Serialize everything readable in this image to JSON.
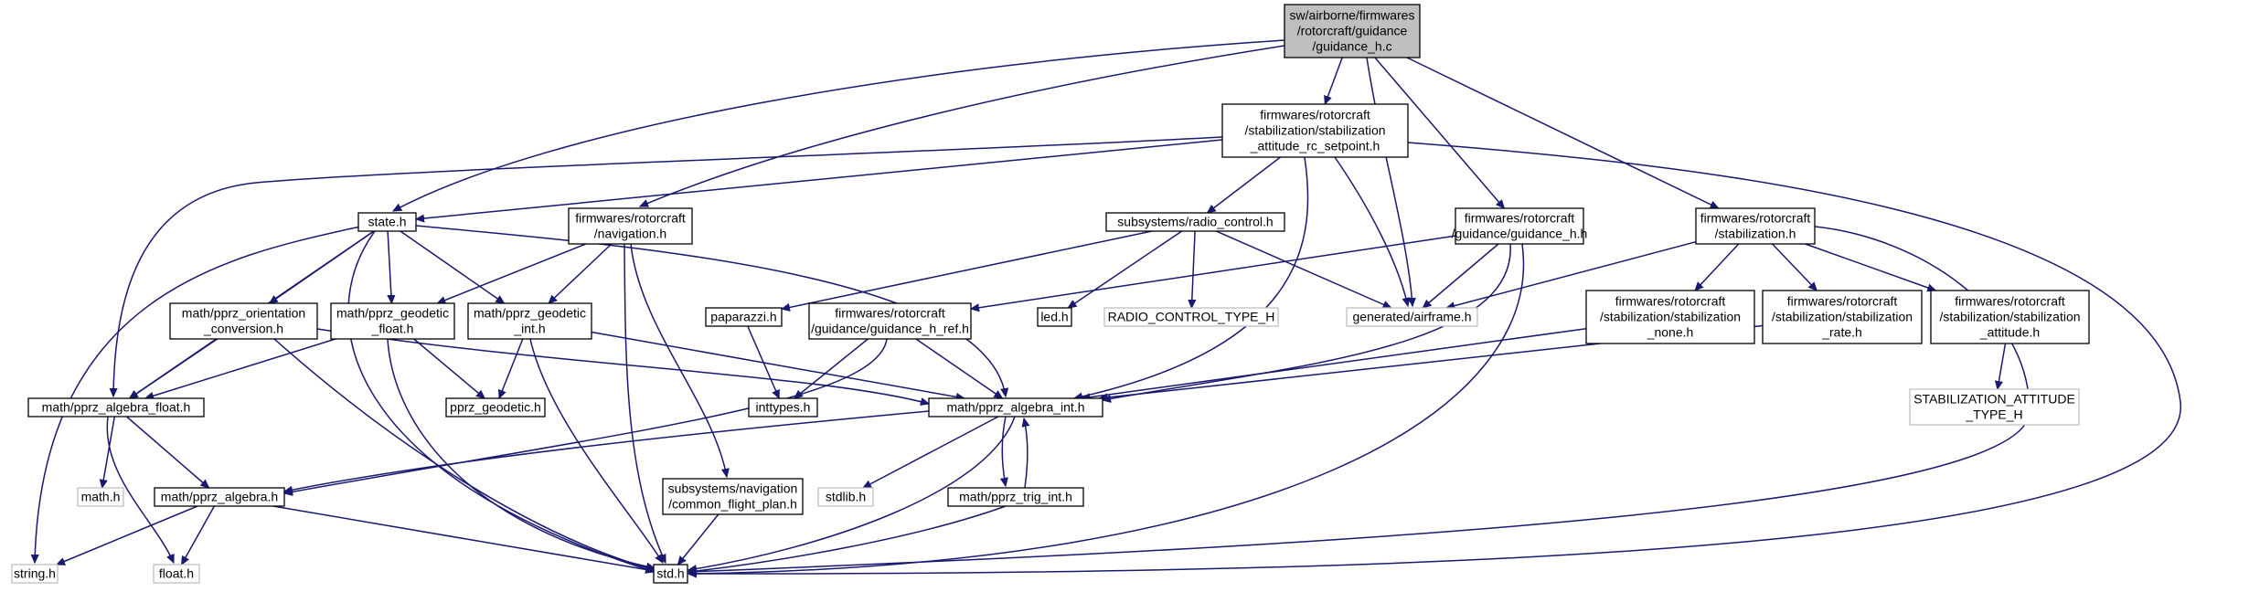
{
  "colors": {
    "edge": "#191970",
    "node_border": "#000000",
    "node_missing_border": "#bfbfbf",
    "root_fill": "#bfbfbf",
    "background": "#ffffff"
  },
  "nodes": [
    {
      "id": "root",
      "lines": [
        "sw/airborne/firmwares",
        "/rotorcraft/guidance",
        "/guidance_h.c"
      ],
      "kind": "root"
    },
    {
      "id": "stab_rc",
      "lines": [
        "firmwares/rotorcraft",
        "/stabilization/stabilization",
        "_attitude_rc_setpoint.h"
      ],
      "kind": "normal"
    },
    {
      "id": "state",
      "lines": [
        "state.h"
      ],
      "kind": "normal"
    },
    {
      "id": "navigation",
      "lines": [
        "firmwares/rotorcraft",
        "/navigation.h"
      ],
      "kind": "normal"
    },
    {
      "id": "radio",
      "lines": [
        "subsystems/radio_control.h"
      ],
      "kind": "normal"
    },
    {
      "id": "guidance_hh",
      "lines": [
        "firmwares/rotorcraft",
        "/guidance/guidance_h.h"
      ],
      "kind": "normal"
    },
    {
      "id": "stabilization",
      "lines": [
        "firmwares/rotorcraft",
        "/stabilization.h"
      ],
      "kind": "normal"
    },
    {
      "id": "orient",
      "lines": [
        "math/pprz_orientation",
        "_conversion.h"
      ],
      "kind": "normal"
    },
    {
      "id": "geo_float",
      "lines": [
        "math/pprz_geodetic",
        "_float.h"
      ],
      "kind": "normal"
    },
    {
      "id": "geo_int",
      "lines": [
        "math/pprz_geodetic",
        "_int.h"
      ],
      "kind": "normal"
    },
    {
      "id": "paparazzi",
      "lines": [
        "paparazzi.h"
      ],
      "kind": "normal"
    },
    {
      "id": "guid_ref",
      "lines": [
        "firmwares/rotorcraft",
        "/guidance/guidance_h_ref.h"
      ],
      "kind": "normal"
    },
    {
      "id": "led",
      "lines": [
        "led.h"
      ],
      "kind": "normal"
    },
    {
      "id": "rc_type",
      "lines": [
        "RADIO_CONTROL_TYPE_H"
      ],
      "kind": "missing"
    },
    {
      "id": "airframe",
      "lines": [
        "generated/airframe.h"
      ],
      "kind": "missing"
    },
    {
      "id": "stab_none",
      "lines": [
        "firmwares/rotorcraft",
        "/stabilization/stabilization",
        "_none.h"
      ],
      "kind": "normal"
    },
    {
      "id": "stab_rate",
      "lines": [
        "firmwares/rotorcraft",
        "/stabilization/stabilization",
        "_rate.h"
      ],
      "kind": "normal"
    },
    {
      "id": "stab_att",
      "lines": [
        "firmwares/rotorcraft",
        "/stabilization/stabilization",
        "_attitude.h"
      ],
      "kind": "normal"
    },
    {
      "id": "alg_float",
      "lines": [
        "math/pprz_algebra_float.h"
      ],
      "kind": "normal"
    },
    {
      "id": "geodetic",
      "lines": [
        "pprz_geodetic.h"
      ],
      "kind": "normal"
    },
    {
      "id": "inttypes",
      "lines": [
        "inttypes.h"
      ],
      "kind": "normal"
    },
    {
      "id": "alg_int",
      "lines": [
        "math/pprz_algebra_int.h"
      ],
      "kind": "normal"
    },
    {
      "id": "stab_att_type",
      "lines": [
        "STABILIZATION_ATTITUDE",
        "_TYPE_H"
      ],
      "kind": "missing"
    },
    {
      "id": "mathh",
      "lines": [
        "math.h"
      ],
      "kind": "missing"
    },
    {
      "id": "alg",
      "lines": [
        "math/pprz_algebra.h"
      ],
      "kind": "normal"
    },
    {
      "id": "common_fp",
      "lines": [
        "subsystems/navigation",
        "/common_flight_plan.h"
      ],
      "kind": "normal"
    },
    {
      "id": "stdlib",
      "lines": [
        "stdlib.h"
      ],
      "kind": "missing"
    },
    {
      "id": "trig",
      "lines": [
        "math/pprz_trig_int.h"
      ],
      "kind": "normal"
    },
    {
      "id": "string",
      "lines": [
        "string.h"
      ],
      "kind": "missing"
    },
    {
      "id": "float",
      "lines": [
        "float.h"
      ],
      "kind": "missing"
    },
    {
      "id": "std",
      "lines": [
        "std.h"
      ],
      "kind": "normal"
    }
  ],
  "edges": [
    {
      "from": "root",
      "to": "stab_rc"
    },
    {
      "from": "root",
      "to": "state"
    },
    {
      "from": "root",
      "to": "navigation"
    },
    {
      "from": "root",
      "to": "guidance_hh"
    },
    {
      "from": "root",
      "to": "stabilization"
    },
    {
      "from": "root",
      "to": "airframe"
    },
    {
      "from": "stab_rc",
      "to": "state"
    },
    {
      "from": "stab_rc",
      "to": "radio"
    },
    {
      "from": "stab_rc",
      "to": "airframe"
    },
    {
      "from": "stab_rc",
      "to": "alg_int"
    },
    {
      "from": "stab_rc",
      "to": "alg_float"
    },
    {
      "from": "stab_rc",
      "to": "std"
    },
    {
      "from": "state",
      "to": "orient"
    },
    {
      "from": "state",
      "to": "geo_float"
    },
    {
      "from": "state",
      "to": "geo_int"
    },
    {
      "from": "state",
      "to": "alg_float"
    },
    {
      "from": "state",
      "to": "alg_int"
    },
    {
      "from": "state",
      "to": "string"
    },
    {
      "from": "state",
      "to": "std"
    },
    {
      "from": "navigation",
      "to": "geo_float"
    },
    {
      "from": "navigation",
      "to": "geo_int"
    },
    {
      "from": "navigation",
      "to": "common_fp"
    },
    {
      "from": "navigation",
      "to": "std"
    },
    {
      "from": "radio",
      "to": "paparazzi"
    },
    {
      "from": "radio",
      "to": "led"
    },
    {
      "from": "radio",
      "to": "rc_type"
    },
    {
      "from": "radio",
      "to": "airframe"
    },
    {
      "from": "guidance_hh",
      "to": "guid_ref"
    },
    {
      "from": "guidance_hh",
      "to": "airframe"
    },
    {
      "from": "guidance_hh",
      "to": "alg_int"
    },
    {
      "from": "guidance_hh",
      "to": "std"
    },
    {
      "from": "stabilization",
      "to": "airframe"
    },
    {
      "from": "stabilization",
      "to": "stab_none"
    },
    {
      "from": "stabilization",
      "to": "stab_rate"
    },
    {
      "from": "stabilization",
      "to": "stab_att"
    },
    {
      "from": "stabilization",
      "to": "std"
    },
    {
      "from": "orient",
      "to": "alg_float"
    },
    {
      "from": "orient",
      "to": "alg_int"
    },
    {
      "from": "orient",
      "to": "std"
    },
    {
      "from": "geo_float",
      "to": "alg_float"
    },
    {
      "from": "geo_float",
      "to": "geodetic"
    },
    {
      "from": "geo_float",
      "to": "std"
    },
    {
      "from": "geo_int",
      "to": "geodetic"
    },
    {
      "from": "geo_int",
      "to": "alg_int"
    },
    {
      "from": "geo_int",
      "to": "std"
    },
    {
      "from": "paparazzi",
      "to": "inttypes"
    },
    {
      "from": "guid_ref",
      "to": "inttypes"
    },
    {
      "from": "guid_ref",
      "to": "alg_int"
    },
    {
      "from": "guid_ref",
      "to": "alg"
    },
    {
      "from": "stab_none",
      "to": "alg_int"
    },
    {
      "from": "stab_rate",
      "to": "alg_int"
    },
    {
      "from": "stab_att",
      "to": "stab_att_type"
    },
    {
      "from": "alg_float",
      "to": "mathh"
    },
    {
      "from": "alg_float",
      "to": "alg"
    },
    {
      "from": "alg_float",
      "to": "float"
    },
    {
      "from": "alg_int",
      "to": "alg"
    },
    {
      "from": "alg_int",
      "to": "stdlib"
    },
    {
      "from": "alg_int",
      "to": "trig"
    },
    {
      "from": "alg_int",
      "to": "std"
    },
    {
      "from": "trig",
      "to": "alg_int"
    },
    {
      "from": "trig",
      "to": "std"
    },
    {
      "from": "alg",
      "to": "string"
    },
    {
      "from": "alg",
      "to": "float"
    },
    {
      "from": "alg",
      "to": "std"
    },
    {
      "from": "common_fp",
      "to": "std"
    }
  ]
}
